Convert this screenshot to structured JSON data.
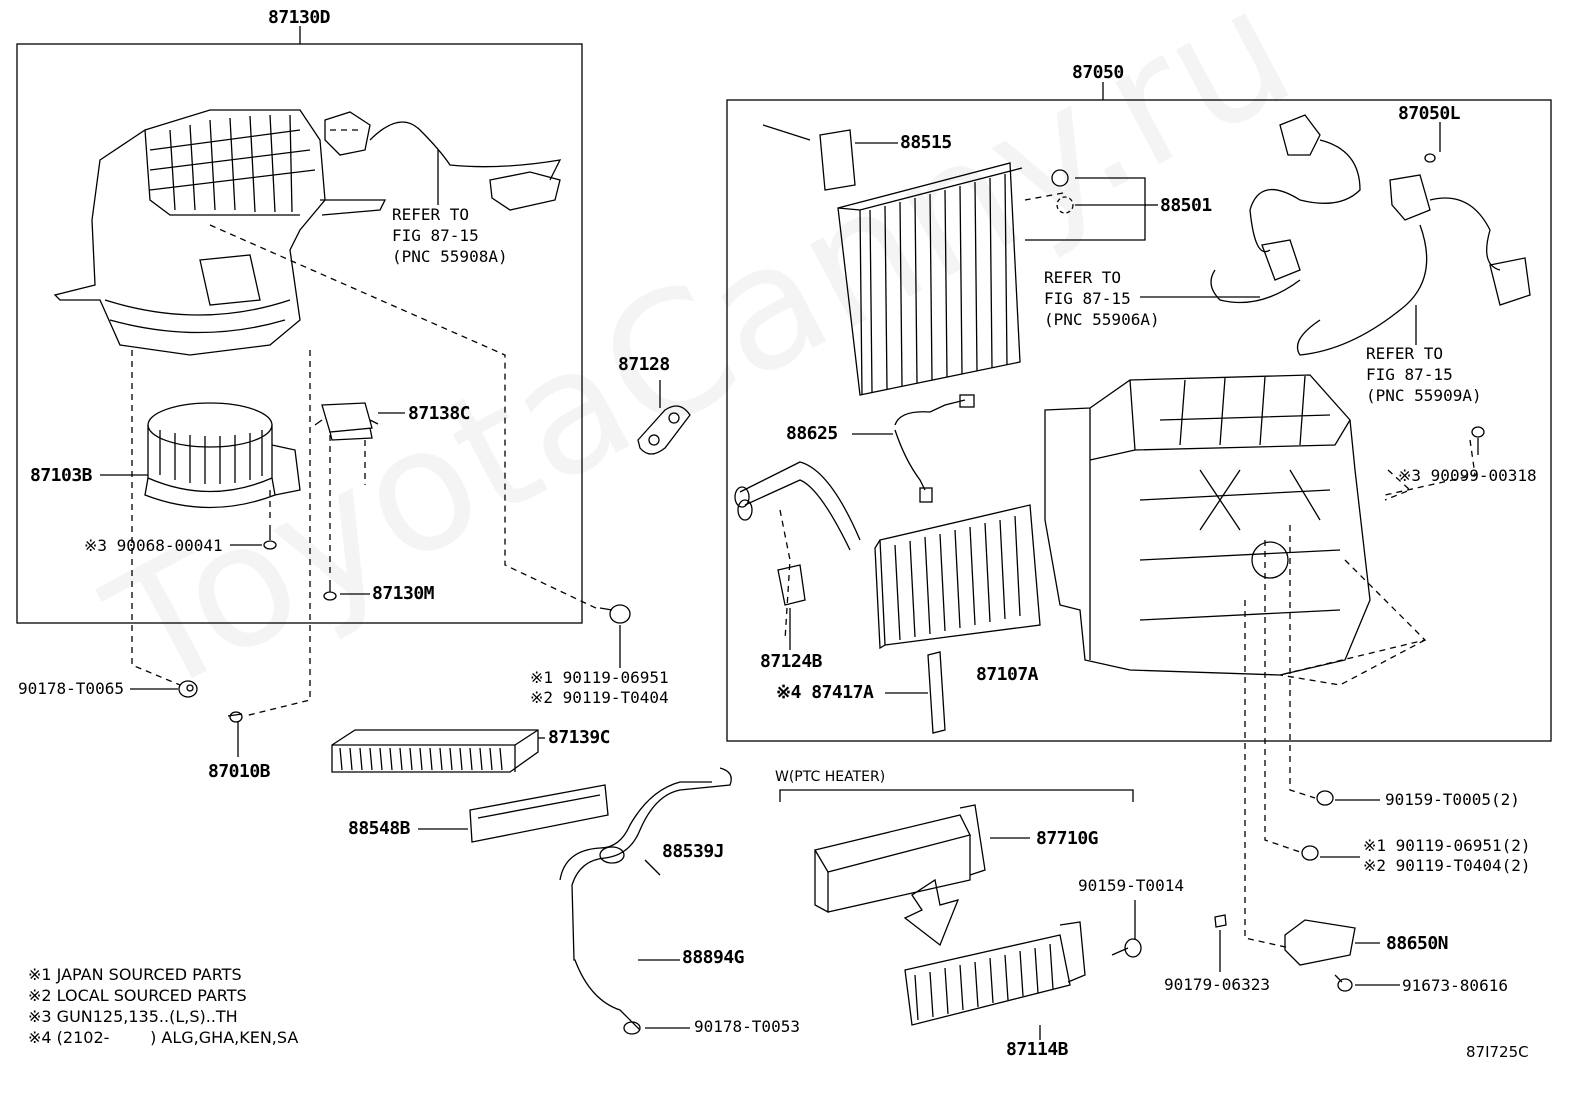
{
  "watermark": "ToyotaCanny.ru",
  "figure_code": "87I725C",
  "heading_w_ptc": "W(PTC HEATER)",
  "assemblies": {
    "left": "87130D",
    "right": "87050"
  },
  "parts": {
    "p87103B": "87103B",
    "p90068": "※3 90068-00041",
    "p87138C": "87138C",
    "p87130M": "87130M",
    "p90178_T0065": "90178-T0065",
    "p87010B": "87010B",
    "p87128": "87128",
    "p90119_a1": "※1 90119-06951",
    "p90119_a2": "※2 90119-T0404",
    "p87139C": "87139C",
    "p88548B": "88548B",
    "p88539J": "88539J",
    "p88894G": "88894G",
    "p90178_T0053": "90178-T0053",
    "p88515": "88515",
    "p88501": "88501",
    "p87050L": "87050L",
    "p88625": "88625",
    "p87124B": "87124B",
    "p87417A": "※4 87417A",
    "p87107A": "87107A",
    "p90099": "※3 90099-00318",
    "p90159_T0005": "90159-T0005(2)",
    "p90119_b1": "※1 90119-06951(2)",
    "p90119_b2": "※2 90119-T0404(2)",
    "p87710G": "87710G",
    "p90159_T0014": "90159-T0014",
    "p87114B": "87114B",
    "p90179": "90179-06323",
    "p88650N": "88650N",
    "p91673": "91673-80616"
  },
  "refs": {
    "ref1": "REFER TO\nFIG 87-15\n(PNC 55908A)",
    "ref2": "REFER TO\nFIG 87-15\n(PNC 55906A)",
    "ref3": "REFER TO\nFIG 87-15\n(PNC 55909A)"
  },
  "notes": [
    "※1 JAPAN SOURCED PARTS",
    "※2 LOCAL SOURCED PARTS",
    "※3 GUN125,135..(L,S)..TH",
    "※4 (2102-        ) ALG,GHA,KEN,SA"
  ]
}
